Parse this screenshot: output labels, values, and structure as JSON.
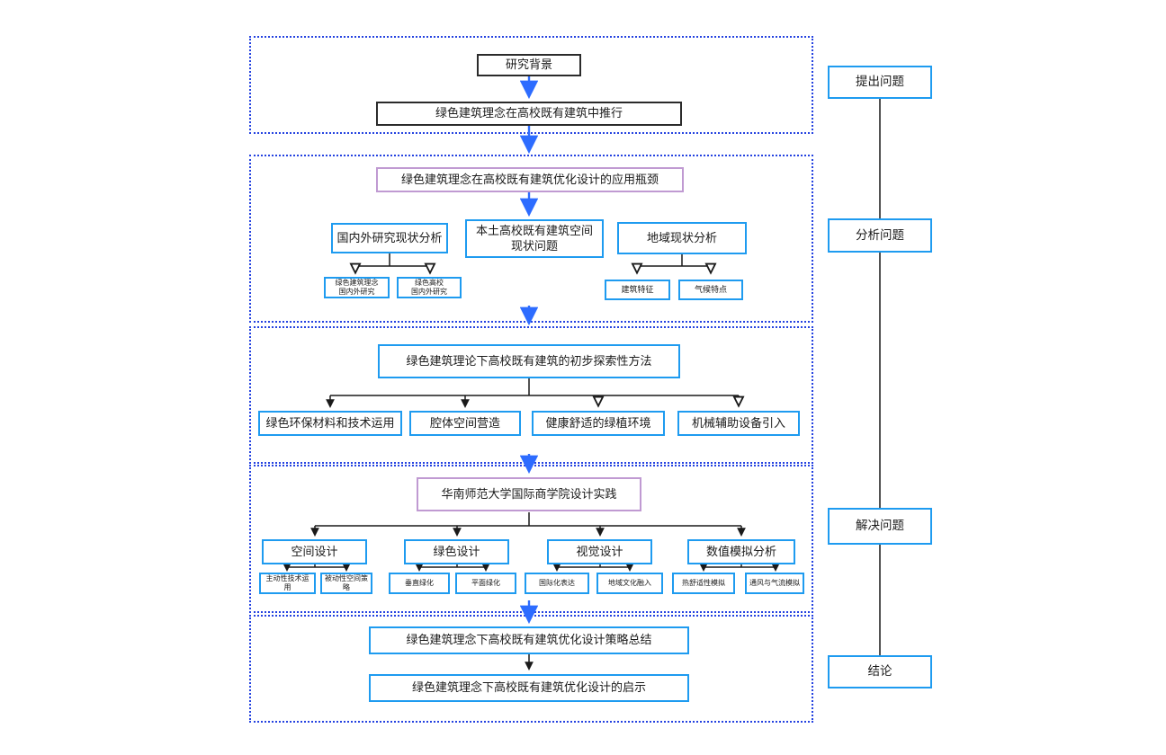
{
  "section1": {
    "box_research_background": "研究背景",
    "box_promotion": "绿色建筑理念在高校既有建筑中推行"
  },
  "section2": {
    "title": "绿色建筑理念在高校既有建筑优化设计的应用瓶颈",
    "branch_left": "国内外研究现状分析",
    "branch_middle": "本土高校既有建筑空间现状问题",
    "branch_right": "地域现状分析",
    "sub_left_1": {
      "line1": "绿色建筑理念",
      "line2": "国内外研究"
    },
    "sub_left_2": {
      "line1": "绿色高校",
      "line2": "国内外研究"
    },
    "sub_right_1": "建筑特征",
    "sub_right_2": "气候特点"
  },
  "section3": {
    "title": "绿色建筑理论下高校既有建筑的初步探索性方法",
    "methods": [
      "绿色环保材料和技术运用",
      "腔体空间营造",
      "健康舒适的绿植环境",
      "机械辅助设备引入"
    ]
  },
  "section4": {
    "title": "华南师范大学国际商学院设计实践",
    "categories": [
      "空间设计",
      "绿色设计",
      "视觉设计",
      "数值模拟分析"
    ],
    "subs": [
      "主动性技术运用",
      "被动性空间策略",
      "垂直绿化",
      "平面绿化",
      "国际化表达",
      "地域文化融入",
      "热舒适性模拟",
      "通风与气流模拟"
    ]
  },
  "section5": {
    "box_summary": "绿色建筑理念下高校既有建筑优化设计策略总结",
    "box_insight": "绿色建筑理念下高校既有建筑优化设计的启示"
  },
  "right_rail": {
    "items": [
      "提出问题",
      "分析问题",
      "解决问题",
      "结论"
    ]
  },
  "colors": {
    "section_dotted_border": "#2442e0",
    "blue_box_border": "#1e9bf0",
    "purple_box_border": "#c09ad2",
    "black_box_border": "#2b2b2b",
    "flow_arrow_blue": "#2d6cff",
    "connector_black": "#1a1a1a",
    "background": "#ffffff"
  }
}
